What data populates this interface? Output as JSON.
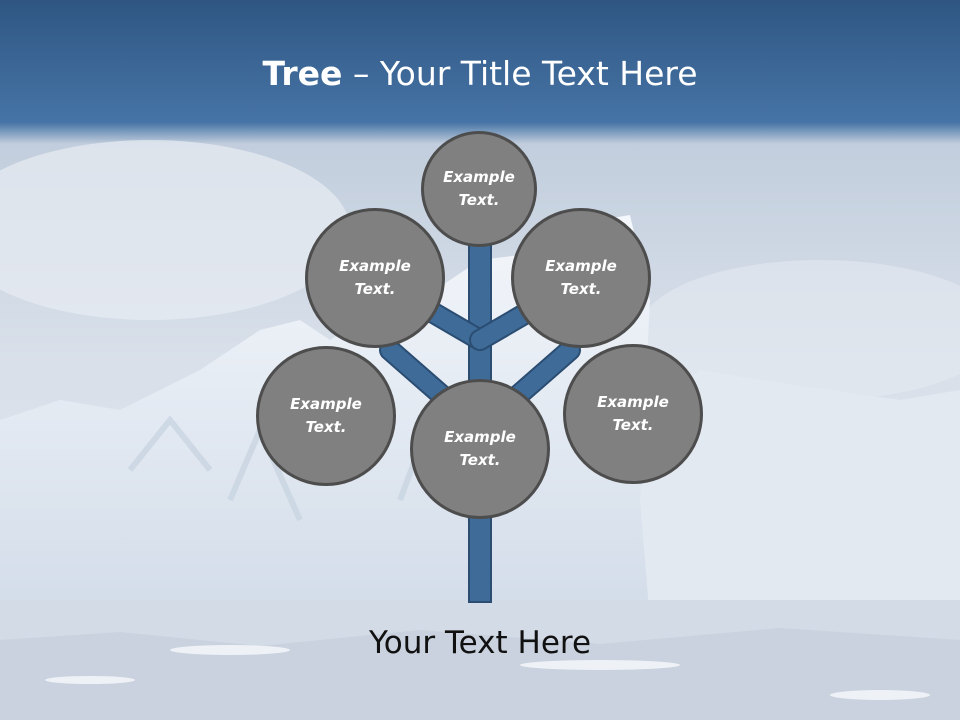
{
  "slide": {
    "title_bold": "Tree",
    "title_rest": " – Your Title Text Here",
    "bottom_text": "Your Text Here"
  },
  "tree": {
    "nodes": [
      {
        "id": "top",
        "label_line1": "Example",
        "label_line2": "Text."
      },
      {
        "id": "upper-left",
        "label_line1": "Example",
        "label_line2": "Text."
      },
      {
        "id": "upper-right",
        "label_line1": "Example",
        "label_line2": "Text."
      },
      {
        "id": "lower-left",
        "label_line1": "Example",
        "label_line2": "Text."
      },
      {
        "id": "center",
        "label_line1": "Example",
        "label_line2": "Text."
      },
      {
        "id": "lower-right",
        "label_line1": "Example",
        "label_line2": "Text."
      }
    ]
  },
  "colors": {
    "header_blue": "#3a6796",
    "branch_blue": "#3f6b99",
    "node_fill": "#808080",
    "node_border": "#4d4d4d"
  }
}
